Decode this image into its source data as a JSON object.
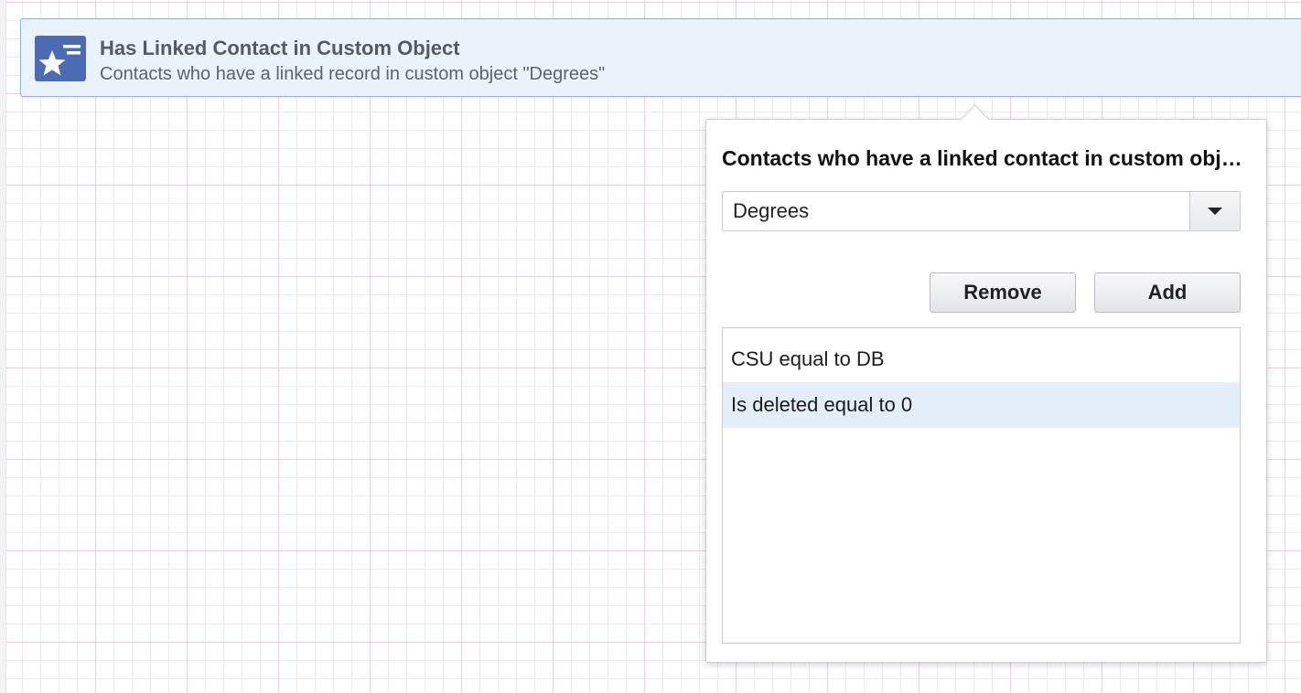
{
  "node": {
    "title": "Has Linked Contact in Custom Object",
    "description": "Contacts who have a linked record in custom object \"Degrees\"",
    "icon": "starred-list-icon",
    "icon_color": "#4d6bb3"
  },
  "popover": {
    "title": "Contacts who have a linked contact in custom object",
    "object_select": {
      "selected": "Degrees"
    },
    "buttons": {
      "remove_label": "Remove",
      "add_label": "Add"
    },
    "criteria": [
      {
        "label": "CSU equal to DB",
        "selected": false
      },
      {
        "label": "Is deleted equal to 0",
        "selected": true
      }
    ]
  },
  "colors": {
    "node_background": "#eaf2fb",
    "node_border": "#8fb6e3",
    "selected_row": "#e4eef8"
  }
}
